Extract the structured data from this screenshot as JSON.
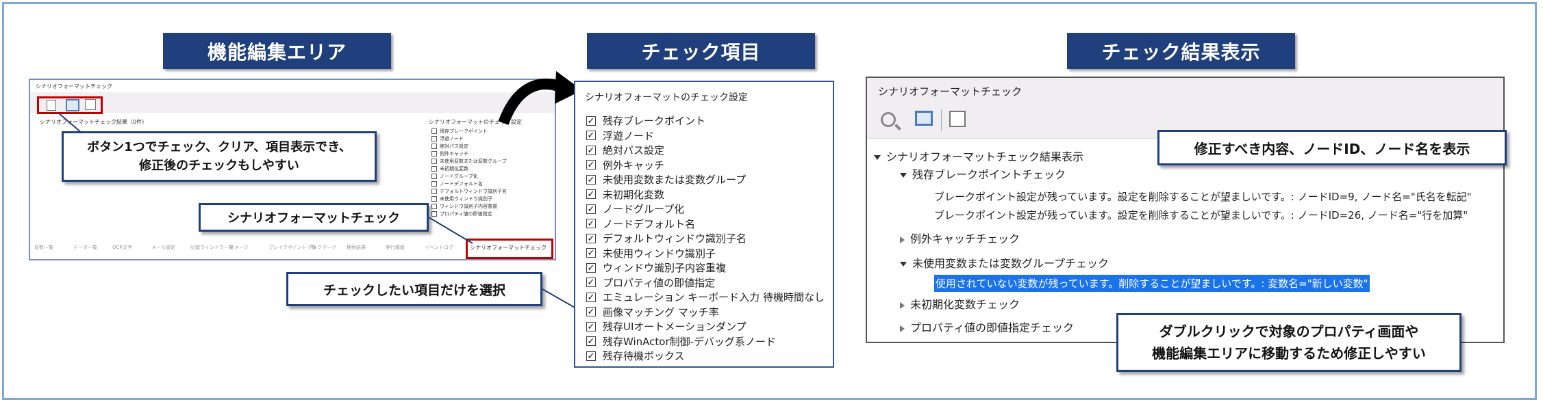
{
  "banners": {
    "left": "機能編集エリア",
    "middle": "チェック項目",
    "right": "チェック結果表示"
  },
  "left_panel": {
    "title": "シナリオフォーマットチェック",
    "result_label": "シナリオフォーマットチェック結果（0件）",
    "settings_label": "シナリオフォーマットのチェック設定",
    "mini_items": [
      "残存ブレークポイント",
      "浮遊ノード",
      "絶対パス設定",
      "例外キャッチ",
      "未使用変数または変数グループ",
      "未初期化変数",
      "ノードグループ化",
      "ノードデフォルト名",
      "デフォルトウィンドウ識別子名",
      "未使用ウィンドウ識別子",
      "ウィンドウ識別子内容重複",
      "プロパティ値の即値指定"
    ],
    "bottom_tabs": [
      "変数一覧",
      "データ一覧",
      "OCR文字",
      "メール設定",
      "記録ウィンドウ一覧",
      "イメージ",
      "ブレイクポイント一覧",
      "ブックマーク",
      "検索結果",
      "実行履歴",
      "イベントログ",
      "シナリオフォーマットチェック"
    ]
  },
  "callouts": {
    "button": [
      "ボタン1つでチェック、クリア、項目表示でき、",
      "修正後のチェックもしやすい"
    ],
    "scenario_check": "シナリオフォーマットチェック",
    "select": "チェックしたい項目だけを選択",
    "fix": "修正すべき内容、ノードID、ノード名を表示",
    "double_click": [
      "ダブルクリックで対象のプロパティ画面や",
      "機能編集エリアに移動するため修正しやすい"
    ]
  },
  "middle_panel": {
    "title": "シナリオフォーマットのチェック設定",
    "check_mark": "✓",
    "items": [
      "残存ブレークポイント",
      "浮遊ノード",
      "絶対パス設定",
      "例外キャッチ",
      "未使用変数または変数グループ",
      "未初期化変数",
      "ノードグループ化",
      "ノードデフォルト名",
      "デフォルトウィンドウ識別子名",
      "未使用ウィンドウ識別子",
      "ウィンドウ識別子内容重複",
      "プロパティ値の即値指定",
      "エミュレーション キーボード入力 待機時間なし",
      "画像マッチング マッチ率",
      "残存UIオートメーションダンプ",
      "残存WinActor制御-デバッグ系ノード",
      "残存待機ボックス"
    ]
  },
  "right_panel": {
    "title": "シナリオフォーマットチェック",
    "root": "シナリオフォーマットチェック結果表示",
    "group1": "残存ブレークポイントチェック",
    "line1": "ブレークポイント設定が残っています。設定を削除することが望ましいです。: ノードID=9, ノード名=\"氏名を転記\"",
    "line2": "ブレークポイント設定が残っています。設定を削除することが望ましいです。: ノードID=26, ノード名=\"行を加算\"",
    "group2": "例外キャッチチェック",
    "group3": "未使用変数または変数グループチェック",
    "line3": "使用されていない変数が残っています。削除することが望ましいです。: 変数名=\"新しい変数\"",
    "group4": "未初期化変数チェック",
    "group5": "プロパティ値の即値指定チェック"
  },
  "colors": {
    "banner": "#1f3f7d",
    "frame": "#7ea6d6",
    "highlight": "#1a73e8",
    "red": "#c00000"
  }
}
